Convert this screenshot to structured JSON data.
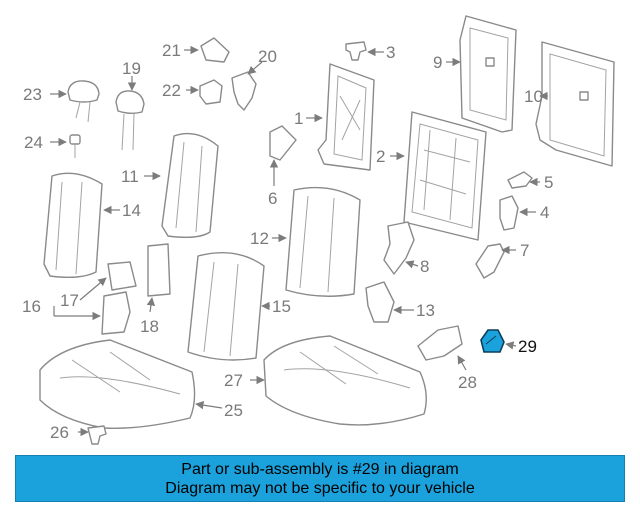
{
  "diagram": {
    "highlight_color": "#1ba2dc",
    "highlighted_part": "29",
    "callouts": [
      "1",
      "2",
      "3",
      "4",
      "5",
      "6",
      "7",
      "8",
      "9",
      "10",
      "11",
      "12",
      "13",
      "14",
      "15",
      "16",
      "17",
      "18",
      "19",
      "20",
      "21",
      "22",
      "23",
      "24",
      "25",
      "26",
      "27",
      "28",
      "29"
    ]
  },
  "banner": {
    "line1": "Part or sub-assembly is #29 in diagram",
    "line2": "Diagram may not be specific to your vehicle",
    "background": "#1ba2dc"
  }
}
